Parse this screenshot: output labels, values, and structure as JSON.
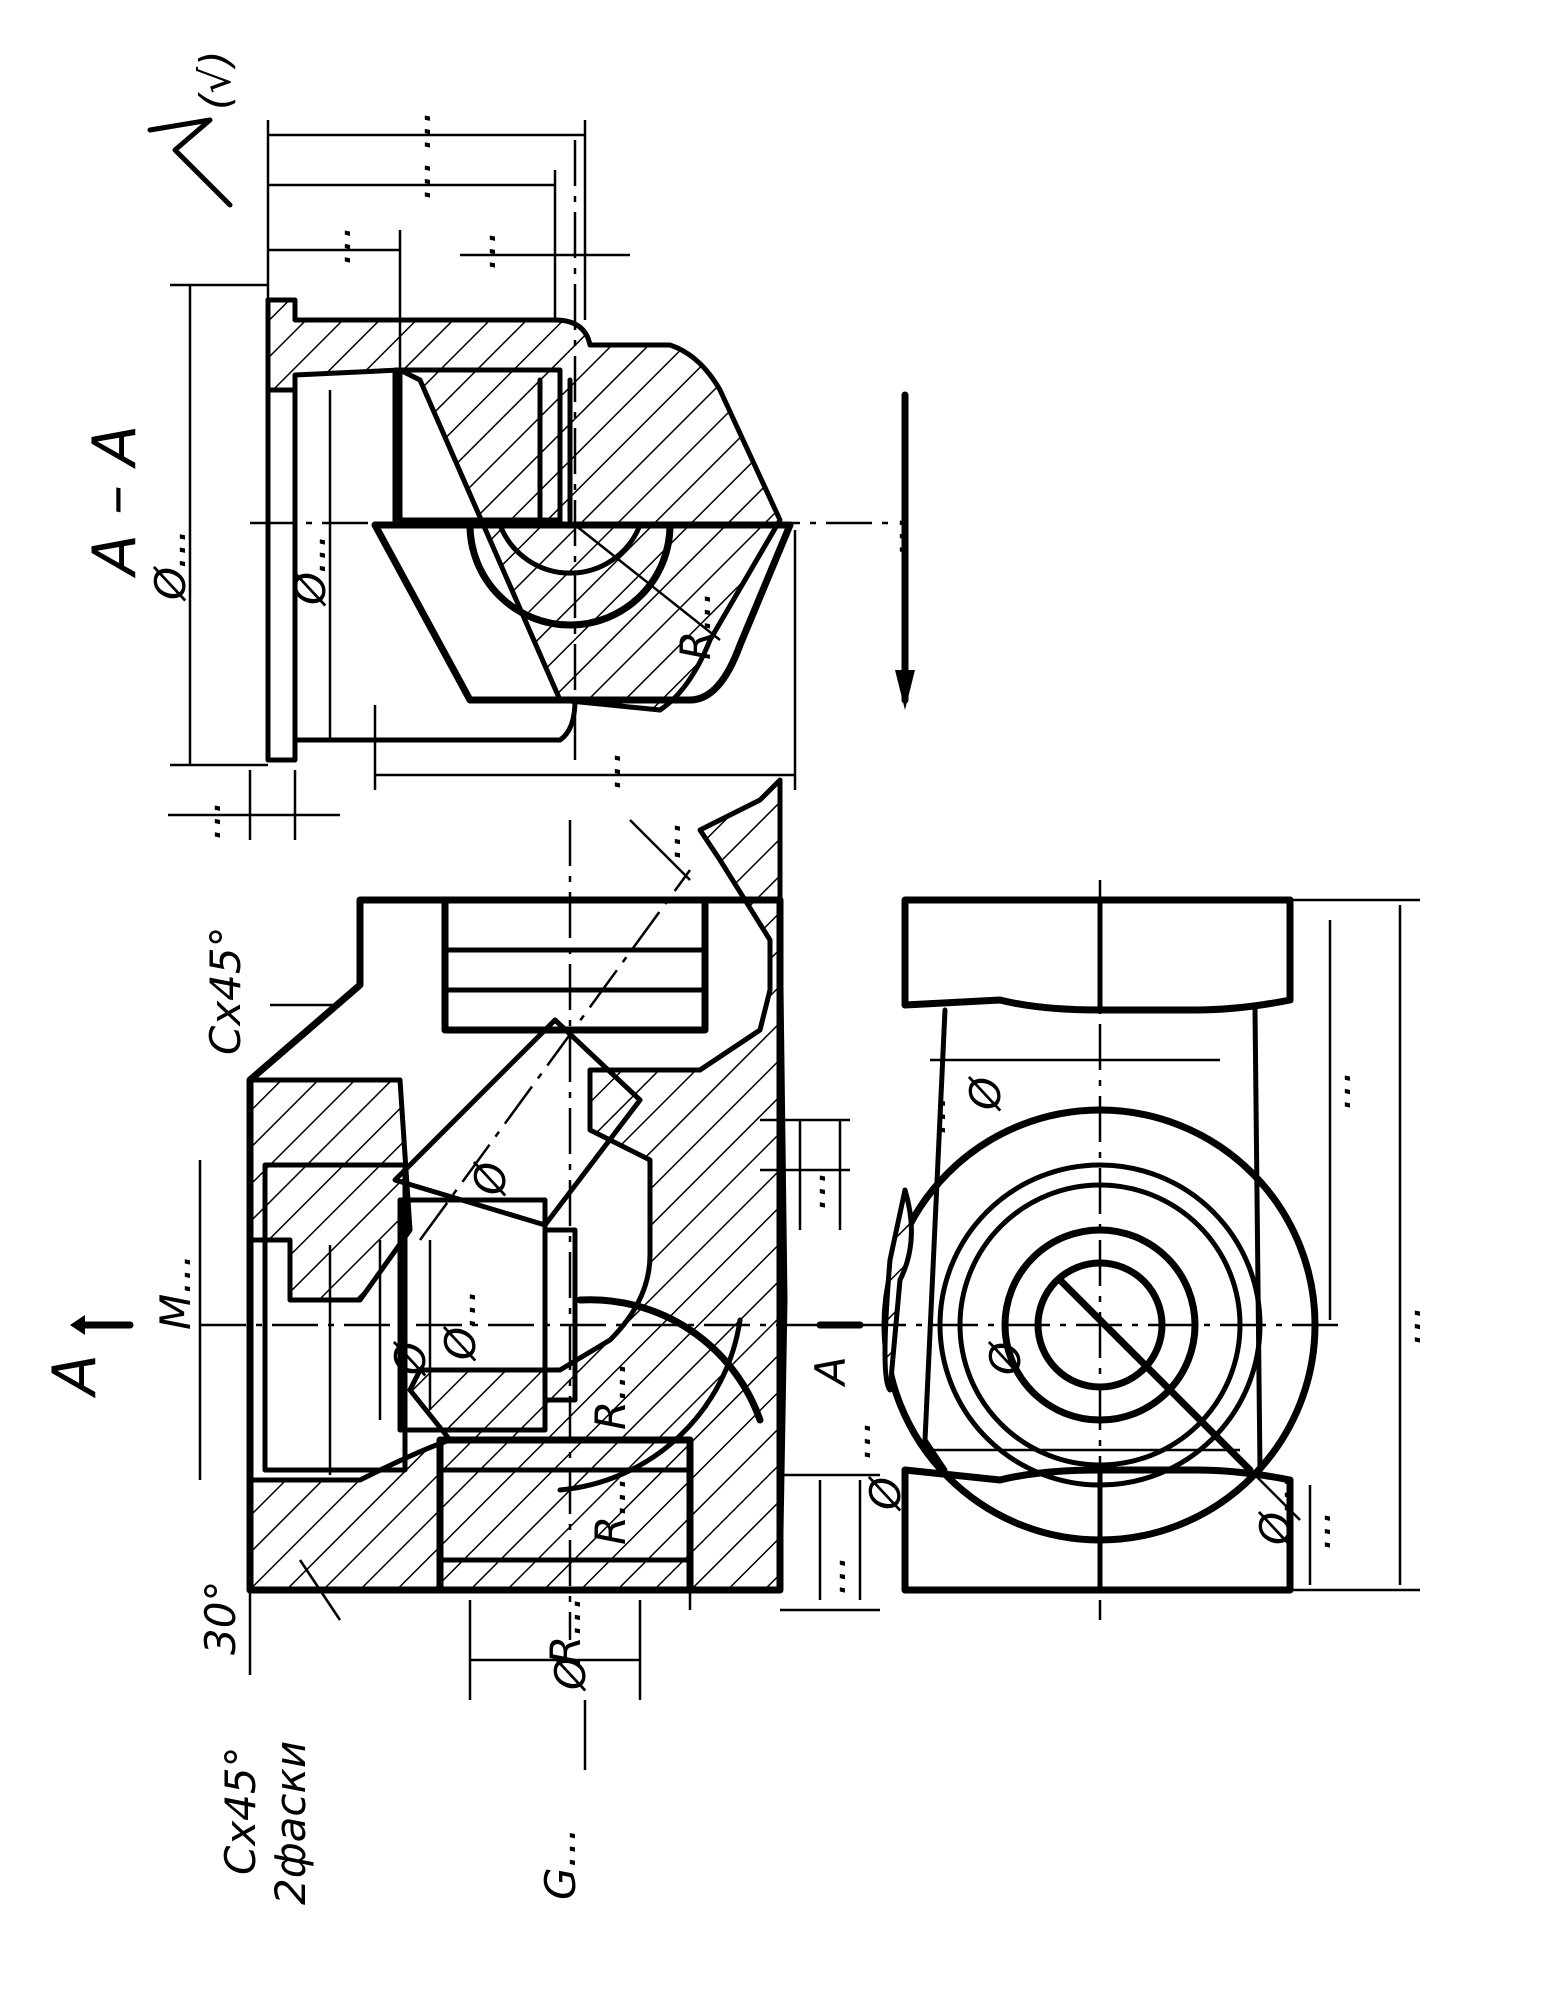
{
  "section_title": "A – A",
  "roughness_mark": "(√)",
  "labels": {
    "section_arrow_top": "A",
    "section_arrow_bottom": "A",
    "thread_main": "M...",
    "thread_pipe": "G...",
    "chamfer_top": "Cx45°",
    "chamfer_bottom_1": "Cx45°",
    "chamfer_bottom_2": "2фаски",
    "angle_30": "30°",
    "radius_1": "R...",
    "radius_2": "R...",
    "radius_3": "R...",
    "radius_sec": "R...",
    "dia_sym": "Ø",
    "dia_sec_1": "Ø...",
    "dia_sec_2": "Ø...",
    "dia_main_1": "Ø",
    "dia_main_2": "Ø...",
    "dia_channel": "Ø",
    "dia_bottom": "Ø",
    "dia_view_1": "Ø",
    "dia_view_2": "Ø...",
    "dia_view_3": "Ø",
    "dots": "..."
  }
}
